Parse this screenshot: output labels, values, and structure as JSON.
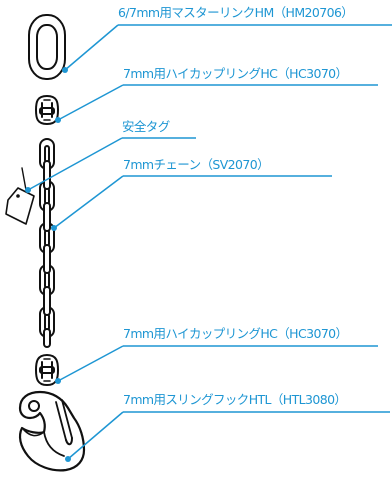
{
  "labels": {
    "master_link": "6/7mm用マスターリンクHM（HM20706）",
    "coupling_upper": "7mm用ハイカップリングHC（HC3070）",
    "safety_tag": "安全タグ",
    "chain": "7mmチェーン（SV2070）",
    "coupling_lower": "7mm用ハイカップリングHC（HC3070）",
    "hook": "7mm用スリングフックHTL（HTL3080）"
  },
  "colors": {
    "leader_line": "#1e96d3",
    "label_text": "#1e96d3",
    "outline": "#111111",
    "fill": "#ffffff"
  }
}
